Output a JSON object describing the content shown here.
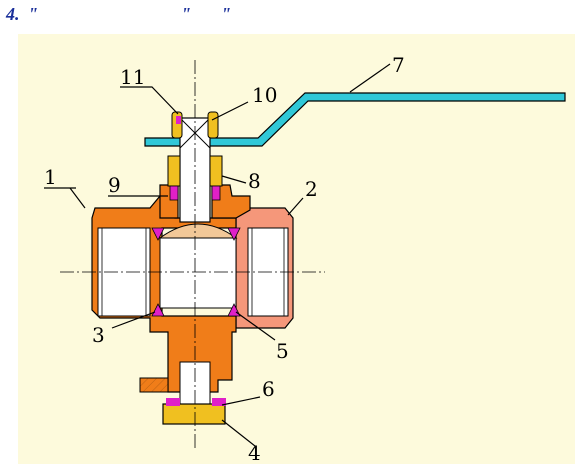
{
  "heading": {
    "number": "4.",
    "quote1": "\"",
    "quote2": "\"",
    "quote3": "\""
  },
  "colors": {
    "body_left": "#f07d19",
    "body_right": "#f5977a",
    "ball": "#f2c898",
    "seal": "#e020c8",
    "brass": "#f0c020",
    "handle": "#30c8d8",
    "background": "#fdfadc"
  },
  "callouts": {
    "c1": "1",
    "c2": "2",
    "c3": "3",
    "c4": "4",
    "c5": "5",
    "c6": "6",
    "c7": "7",
    "c8": "8",
    "c9": "9",
    "c10": "10",
    "c11": "11"
  }
}
